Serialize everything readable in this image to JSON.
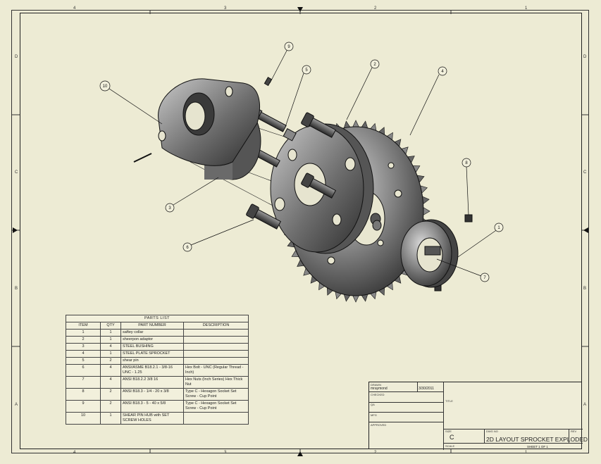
{
  "zones": {
    "columns": [
      "4",
      "3",
      "2",
      "1"
    ],
    "rows": [
      "D",
      "C",
      "B",
      "A"
    ]
  },
  "balloons": [
    "1",
    "2",
    "3",
    "4",
    "5",
    "6",
    "7",
    "8",
    "9",
    "10"
  ],
  "parts_list": {
    "caption": "PARTS LIST",
    "headers": [
      "ITEM",
      "QTY",
      "PART NUMBER",
      "DESCRIPTION"
    ],
    "rows": [
      {
        "item": "1",
        "qty": "1",
        "part": "saftey collar",
        "desc": ""
      },
      {
        "item": "2",
        "qty": "1",
        "part": "sheerpon adaptor",
        "desc": ""
      },
      {
        "item": "3",
        "qty": "4",
        "part": "STEEL BUSHING",
        "desc": ""
      },
      {
        "item": "4",
        "qty": "1",
        "part": "STEEL PLATE SPROCKET",
        "desc": ""
      },
      {
        "item": "5",
        "qty": "2",
        "part": "shear pin",
        "desc": ""
      },
      {
        "item": "6",
        "qty": "4",
        "part": "ANSI/ASME B18.2.1 - 3/8-16 UNC - 1.25",
        "desc": "Hex Bolt - UNC (Regular Thread - Inch)"
      },
      {
        "item": "7",
        "qty": "4",
        "part": "ANSI B18.2.2   3/8   16",
        "desc": "Hex Nuts (Inch Series) Hex Thick Nut"
      },
      {
        "item": "8",
        "qty": "2",
        "part": "ANSI B18.3 - 1/4 - 20 x 3/8",
        "desc": "Type C - Hexagon Socket Set Screw - Cup Point"
      },
      {
        "item": "9",
        "qty": "2",
        "part": "ANSI B18.3 - 5 - 40 x 5/8",
        "desc": "Type C - Hexagon Socket Set Screw - Cup Point"
      },
      {
        "item": "10",
        "qty": "1",
        "part": "SHEAR PIN HUB with SET SCREW HOLES",
        "desc": ""
      }
    ]
  },
  "title_block": {
    "drawn_label": "DRAWN",
    "drawn_by": "mraymond",
    "drawn_date": "3/30/2011",
    "checked_label": "CHECKED",
    "qa_label": "QA",
    "mfg_label": "MFG",
    "approved_label": "APPROVED",
    "title_label": "TITLE",
    "size_label": "SIZE",
    "size_value": "C",
    "dwg_no_label": "DWG NO",
    "dwg_no_value": "2D LAYOUT SPROCKET EXPLODED",
    "rev_label": "REV",
    "scale_label": "SCALE",
    "sheet_text": "SHEET 1  OF 1"
  }
}
